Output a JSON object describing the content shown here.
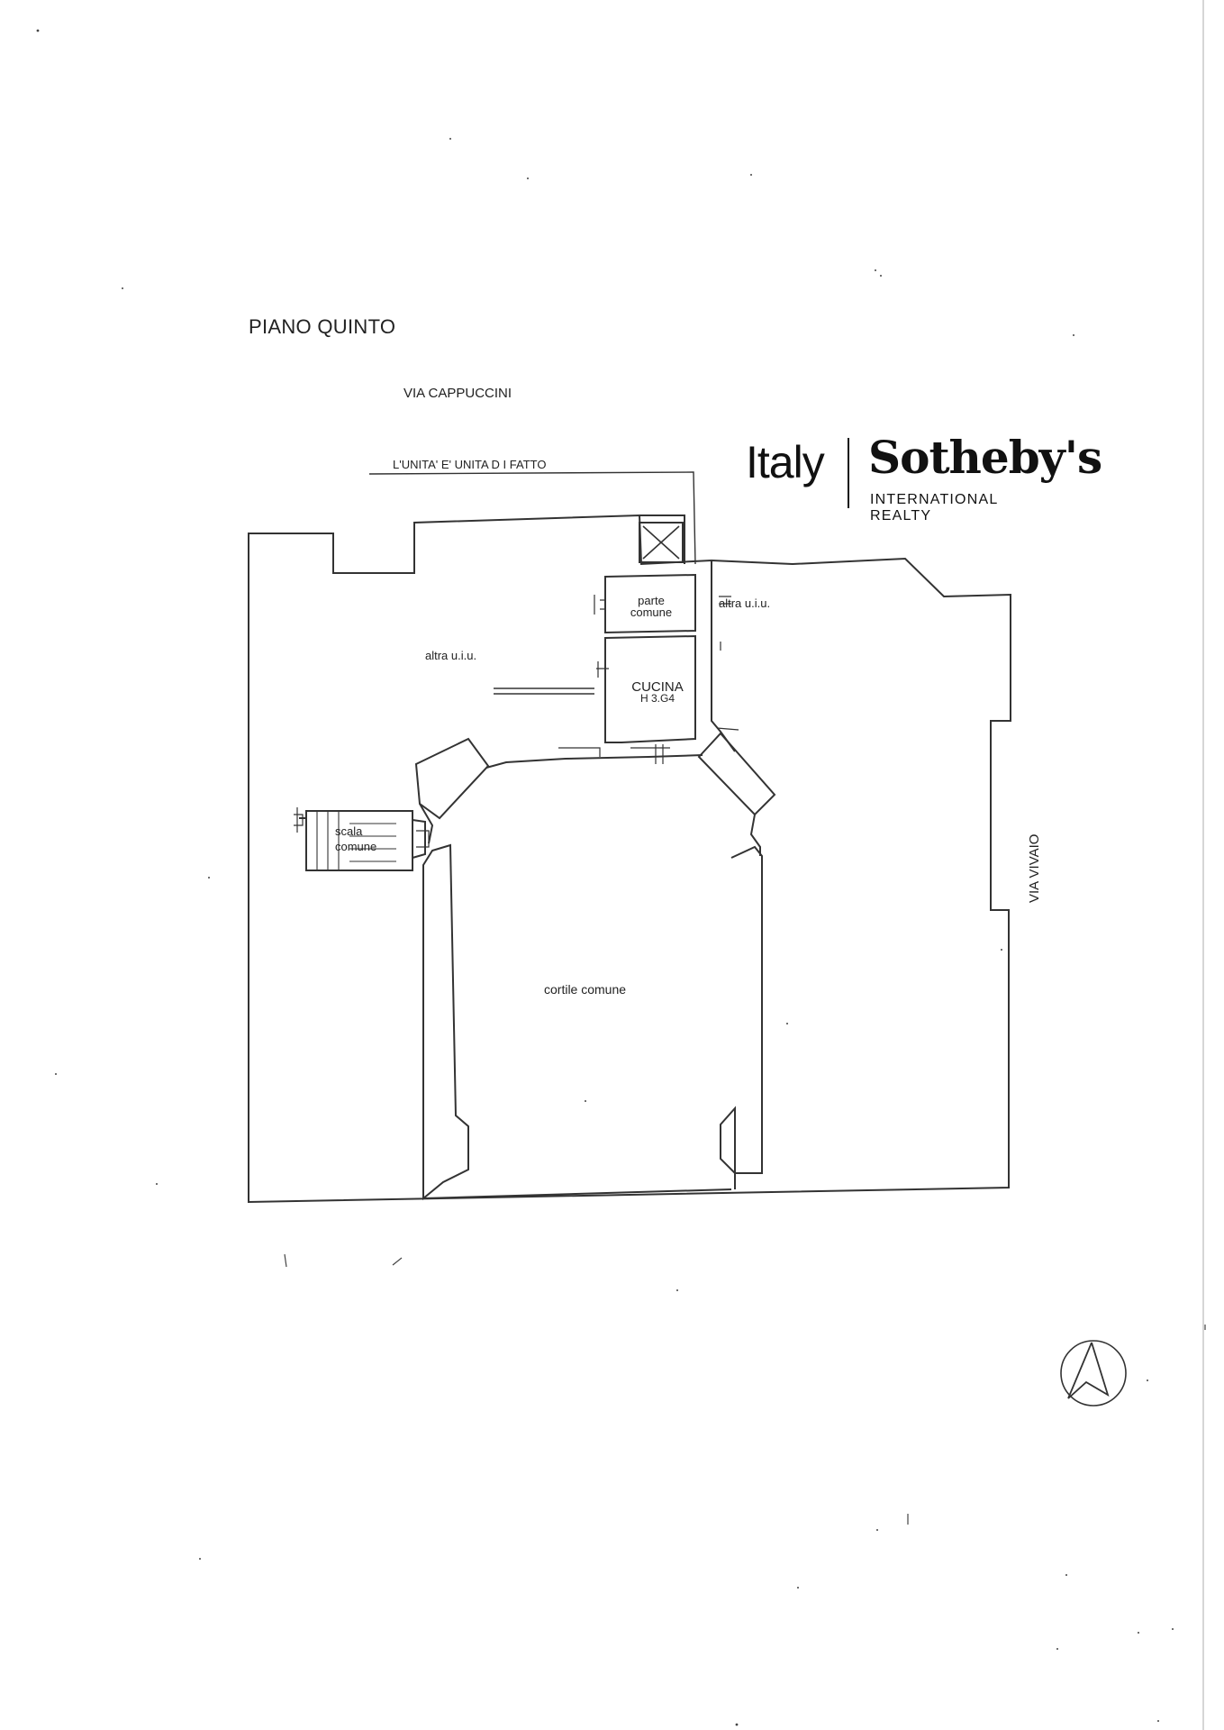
{
  "floor_title": "PIANO QUINTO",
  "streets": {
    "north": "VIA CAPPUCCINI",
    "east": "VIA VIVAIO"
  },
  "unit_note": "L'UNITA' E' UNITA D I FATTO",
  "rooms": {
    "other_unit_left": "altra u.i.u.",
    "other_unit_right": "altra u.i.u.",
    "common_part_line1": "parte",
    "common_part_line2": "comune",
    "kitchen": "CUCINA",
    "kitchen_height": "H 3.G4",
    "stairs_line1": "scala",
    "stairs_line2": "comune",
    "courtyard": "cortile comune"
  },
  "brand": {
    "italy": "Italy",
    "sothebys": "Sotheby's",
    "subtitle": "INTERNATIONAL REALTY"
  },
  "icons": {
    "north_arrow": "north-arrow-icon",
    "elevator": "elevator-shaft-icon",
    "stairs": "staircase-icon"
  }
}
